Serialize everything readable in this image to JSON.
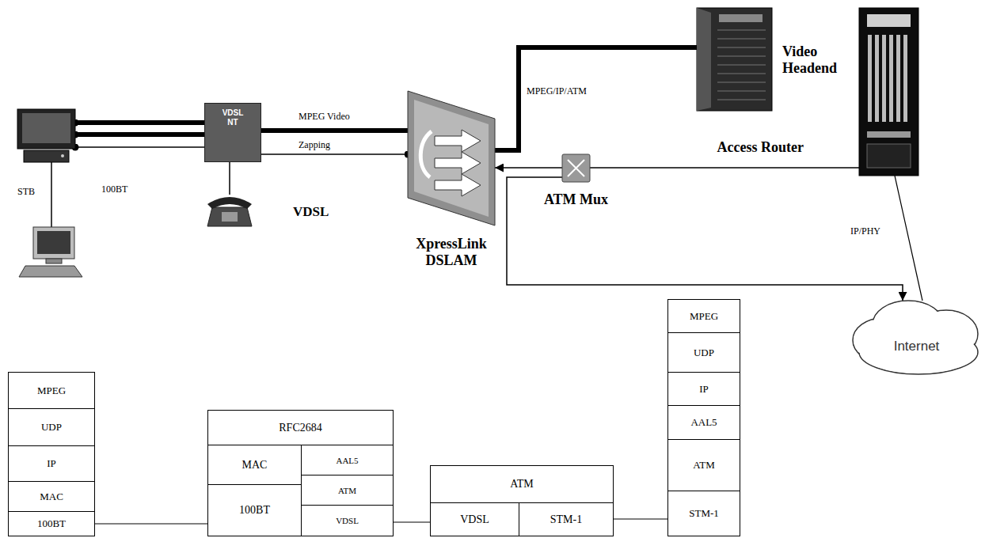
{
  "diagram": {
    "nodes": [
      {
        "text": [
          "STB"
        ]
      },
      {
        "text": [
          "VDSL NT"
        ]
      },
      {
        "text": [
          "XpressLink DSLAM"
        ]
      },
      {
        "text": [
          "Video Headend"
        ]
      },
      {
        "text": [
          "ATM Mux"
        ]
      },
      {
        "text": [
          "Access Router"
        ]
      },
      {
        "text": [
          "Internet"
        ]
      },
      {
        "text": [
          "MPEG"
        ]
      },
      {
        "text": [
          "UDP"
        ]
      },
      {
        "text": [
          "IP"
        ]
      },
      {
        "text": [
          "MAC"
        ]
      },
      {
        "text": [
          "100BT"
        ]
      },
      {
        "text": [
          "RFC2684"
        ]
      },
      {
        "text": [
          "MAC"
        ]
      },
      {
        "text": [
          "100BT"
        ]
      },
      {
        "text": [
          "AAL5"
        ]
      },
      {
        "text": [
          "ATM"
        ]
      },
      {
        "text": [
          "VDSL"
        ]
      },
      {
        "text": [
          "ATM"
        ]
      },
      {
        "text": [
          "VDSL"
        ]
      },
      {
        "text": [
          "STM-1"
        ]
      },
      {
        "text": [
          "MPEG"
        ]
      },
      {
        "text": [
          "UDP"
        ]
      },
      {
        "text": [
          "IP"
        ]
      },
      {
        "text": [
          "AAL5"
        ]
      },
      {
        "text": [
          "ATM"
        ]
      },
      {
        "text": [
          "STM-1"
        ]
      }
    ],
    "edges": [
      {
        "from": 0,
        "to": 1,
        "arrow": "none"
      },
      {
        "from": 0,
        "to": 1,
        "arrow": "none"
      },
      {
        "from": 0,
        "to": 1,
        "arrow": "none"
      },
      {
        "from": 1,
        "to": 2,
        "label": "MPEG Video",
        "arrow": "none"
      },
      {
        "from": 1,
        "to": 2,
        "label": "Zapping",
        "arrow": "none"
      },
      {
        "from": 2,
        "to": 3,
        "label": "MPEG/IP/ATM",
        "arrow": "none"
      },
      {
        "from": 4,
        "to": 2,
        "arrow": "to"
      },
      {
        "from": 5,
        "to": 4,
        "arrow": "none"
      },
      {
        "from": 4,
        "to": 6,
        "arrow": "to"
      },
      {
        "from": 5,
        "to": 6,
        "label": "IP/PHY",
        "arrow": "none"
      },
      {
        "from": 11,
        "to": 14,
        "arrow": "none"
      },
      {
        "from": 17,
        "to": 19,
        "arrow": "none"
      },
      {
        "from": 20,
        "to": 26,
        "arrow": "none"
      }
    ],
    "labels": [
      "100BT",
      "VDSL"
    ]
  }
}
